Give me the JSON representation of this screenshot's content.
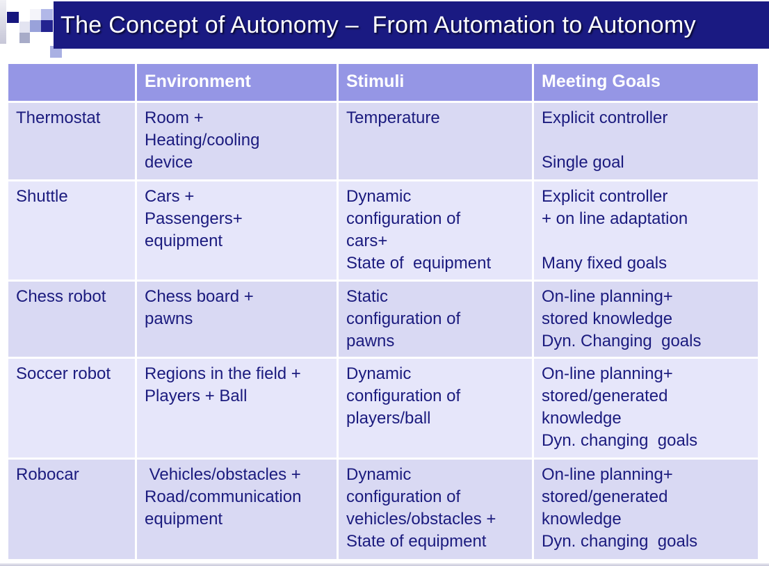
{
  "slide": {
    "title": "The Concept of Autonomy –  From Automation to Autonomy"
  },
  "table": {
    "columns": [
      "",
      "Environment",
      "Stimuli",
      "Meeting Goals"
    ],
    "rows": [
      {
        "label": "Thermostat",
        "environment": "Room +\nHeating/cooling\ndevice",
        "stimuli": "Temperature",
        "meeting_goals": "Explicit controller\n\nSingle goal"
      },
      {
        "label": "Shuttle",
        "environment": "Cars +\nPassengers+\nequipment",
        "stimuli": "Dynamic\nconfiguration of\ncars+\nState of  equipment",
        "meeting_goals": "Explicit controller\n+ on line adaptation\n\nMany fixed goals"
      },
      {
        "label": "Chess robot",
        "environment": "Chess board +\npawns",
        "stimuli": "Static\nconfiguration of\npawns",
        "meeting_goals": "On-line planning+\nstored knowledge\nDyn. Changing  goals"
      },
      {
        "label": "Soccer robot",
        "environment": "Regions in the field +\nPlayers + Ball",
        "stimuli": "Dynamic\nconfiguration of\nplayers/ball",
        "meeting_goals": "On-line planning+\nstored/generated\nknowledge\nDyn. changing  goals"
      },
      {
        "label": "Robocar",
        "environment": " Vehicles/obstacles +\nRoad/communication\nequipment",
        "stimuli": "Dynamic\nconfiguration of\nvehicles/obstacles +\nState of equipment",
        "meeting_goals": "On-line planning+\nstored/generated\nknowledge\nDyn. changing  goals"
      }
    ]
  },
  "colors": {
    "title_bar_navy": "#1a1a82",
    "title_text": "#ffffff",
    "header_background": "#9596e5",
    "header_text": "#ffffff",
    "row_odd_background": "#d9d9f3",
    "row_even_background": "#e6e6fa",
    "body_text_navy": "#1b1b7e",
    "cell_separator": "#ffffff"
  }
}
